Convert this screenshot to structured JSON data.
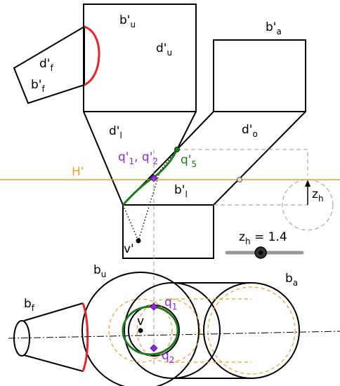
{
  "labels": {
    "b_u_prime": "b'",
    "b_u_prime_sub": "u",
    "d_u_prime": "d'",
    "d_u_prime_sub": "u",
    "b_a_prime": "b'",
    "b_a_prime_sub": "a",
    "d_f_prime": "d'",
    "d_f_prime_sub": "f",
    "b_f_prime": "b'",
    "b_f_prime_sub": "f",
    "d_l_prime": "d'",
    "d_l_prime_sub": "l",
    "d_o_prime": "d'",
    "d_o_prime_sub": "o",
    "q_prime_12": "q'",
    "q_prime_12_sub1": "1",
    "q_prime_12_sep": ", q'",
    "q_prime_12_sub2": "2",
    "q_prime_5": "q'",
    "q_prime_5_sub": "5",
    "h_prime": "H'",
    "b_l_prime": "b'",
    "b_l_prime_sub": "l",
    "z_h": "z",
    "z_h_sub": "h",
    "v_prime": "v'",
    "b_u": "b",
    "b_u_sub": "u",
    "b_a": "b",
    "b_a_sub": "a",
    "b_f": "b",
    "b_f_sub": "f",
    "v": "v",
    "q_1": "q",
    "q_1_sub": "1",
    "q_2": "q",
    "q_2_sub": "2"
  },
  "slider": {
    "name": "z",
    "name_sub": "h",
    "equals": " = ",
    "value": "1.4",
    "value_fraction": 0.45
  },
  "colors": {
    "intersection_curve": "#1f7a1f",
    "boundary_curve": "#e8232a",
    "points": "#8a2be2",
    "plane": "#f59a2b"
  }
}
